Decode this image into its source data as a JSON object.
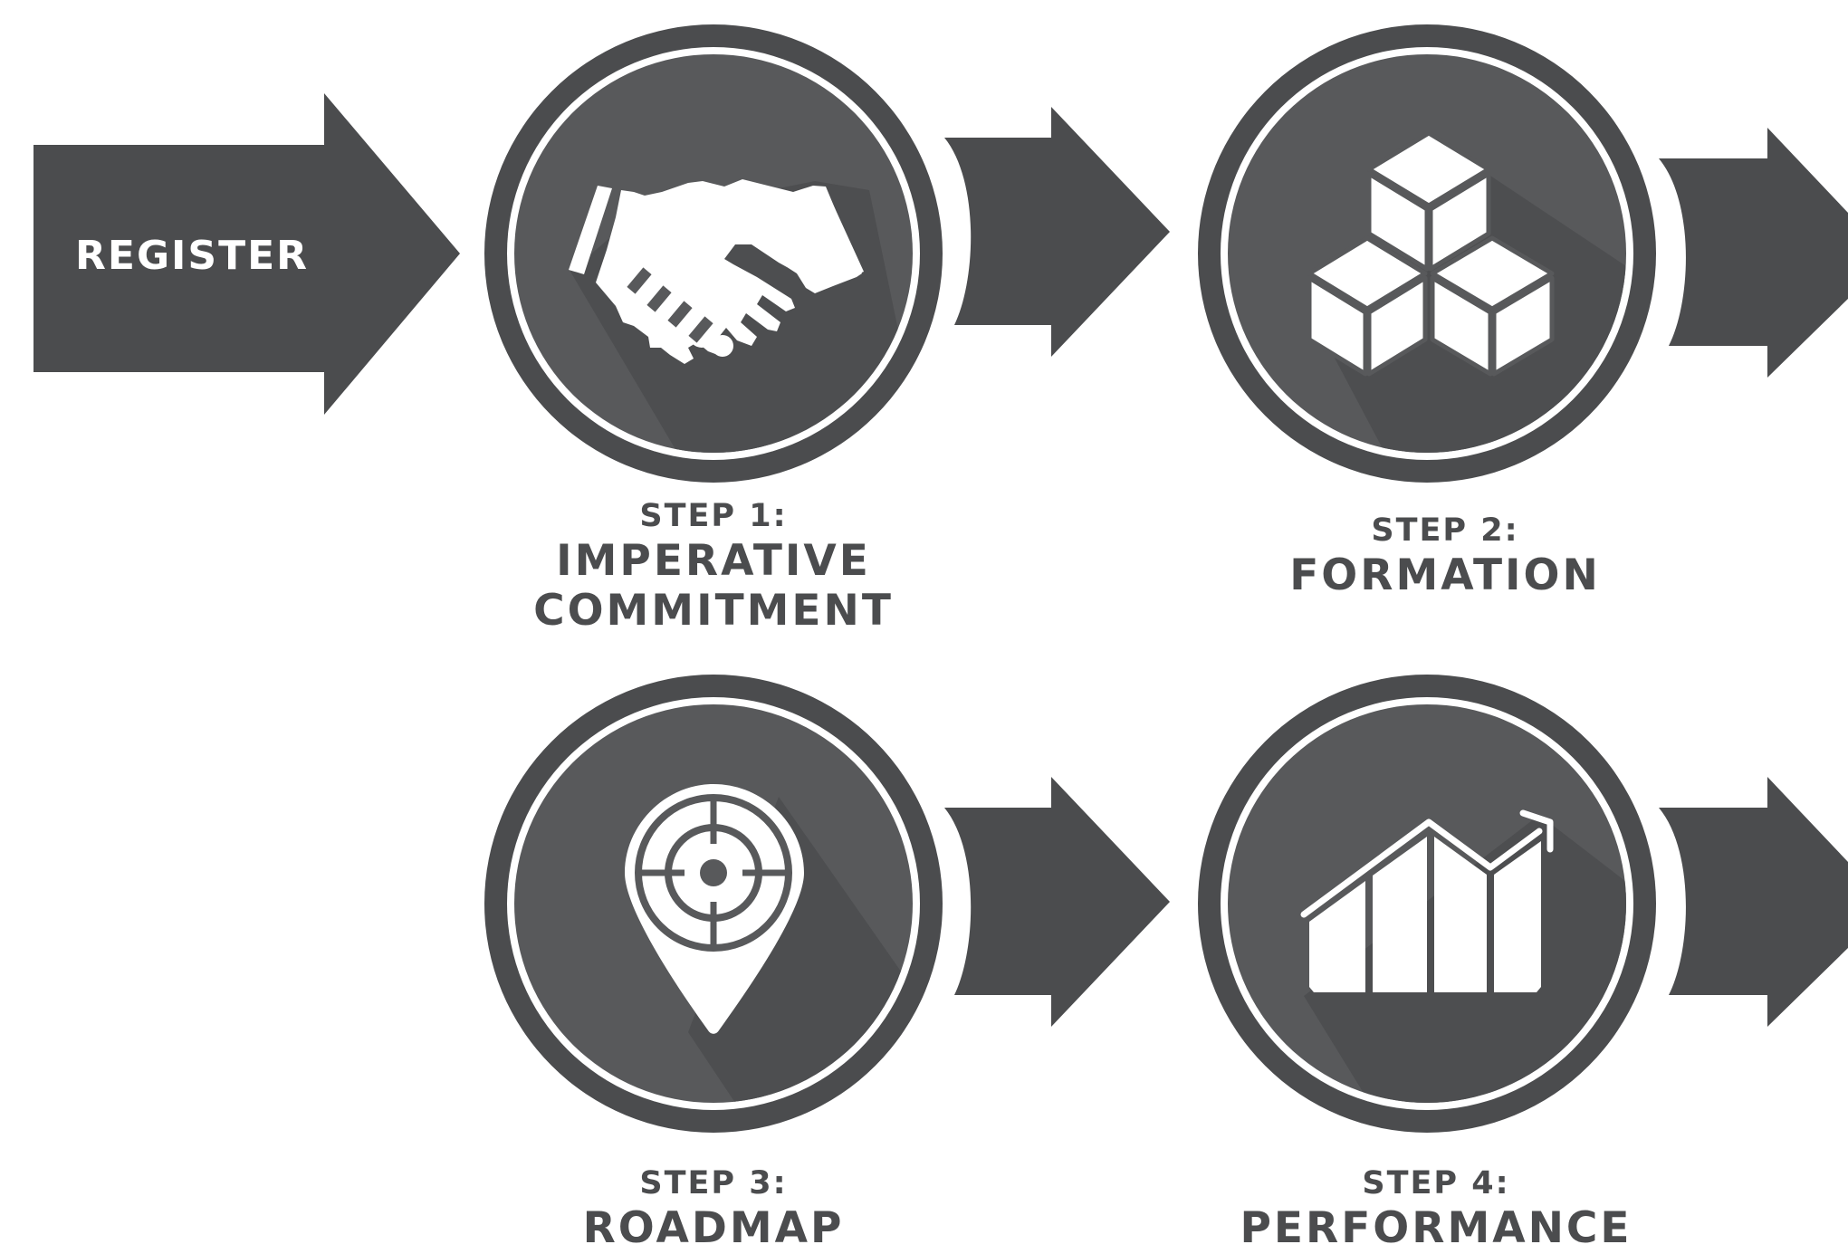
{
  "register": {
    "label": "REGISTER"
  },
  "steps": [
    {
      "step": "STEP 1:",
      "name_lines": [
        "IMPERATIVE",
        "COMMITMENT"
      ],
      "icon": "handshake-icon"
    },
    {
      "step": "STEP 2:",
      "name_lines": [
        "FORMATION"
      ],
      "icon": "cubes-icon"
    },
    {
      "step": "STEP 3:",
      "name_lines": [
        "ROADMAP"
      ],
      "icon": "target-pin-icon"
    },
    {
      "step": "STEP 4:",
      "name_lines": [
        "PERFORMANCE"
      ],
      "icon": "growth-chart-icon"
    }
  ],
  "colors": {
    "dark": "#4b4c4e",
    "circle_inner": "#58595b",
    "shadow": "#48494b",
    "white": "#ffffff"
  }
}
